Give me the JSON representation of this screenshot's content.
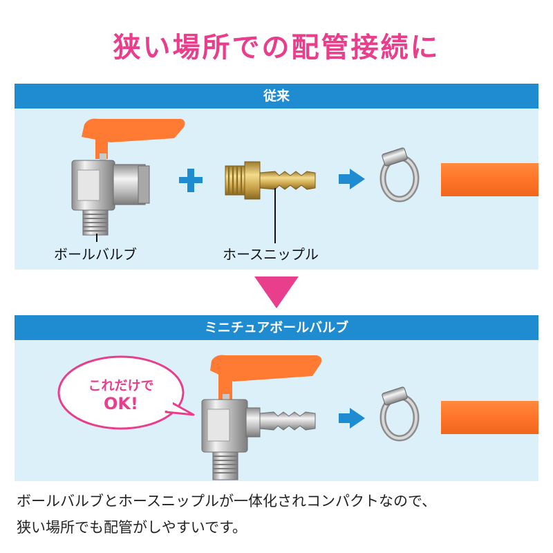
{
  "title": "狭い場所での配管接続に",
  "before": {
    "header": "従来",
    "valve_label": "ボールバルブ",
    "nipple_label": "ホースニップル"
  },
  "after": {
    "header": "ミニチュアボールバルブ",
    "bubble_line1": "これだけで",
    "bubble_line2": "OK!"
  },
  "description": {
    "line1": "ボールバルブとホースニップルが一体化されコンパクトなので、",
    "line2": "狭い場所でも配管がしやすいです。"
  },
  "colors": {
    "accent": "#e83e8c",
    "header_blue": "#1f8bd0",
    "panel_bg": "#dcf0fa",
    "handle_orange": "#ff7a33",
    "arrow_blue": "#1f8bd0"
  }
}
